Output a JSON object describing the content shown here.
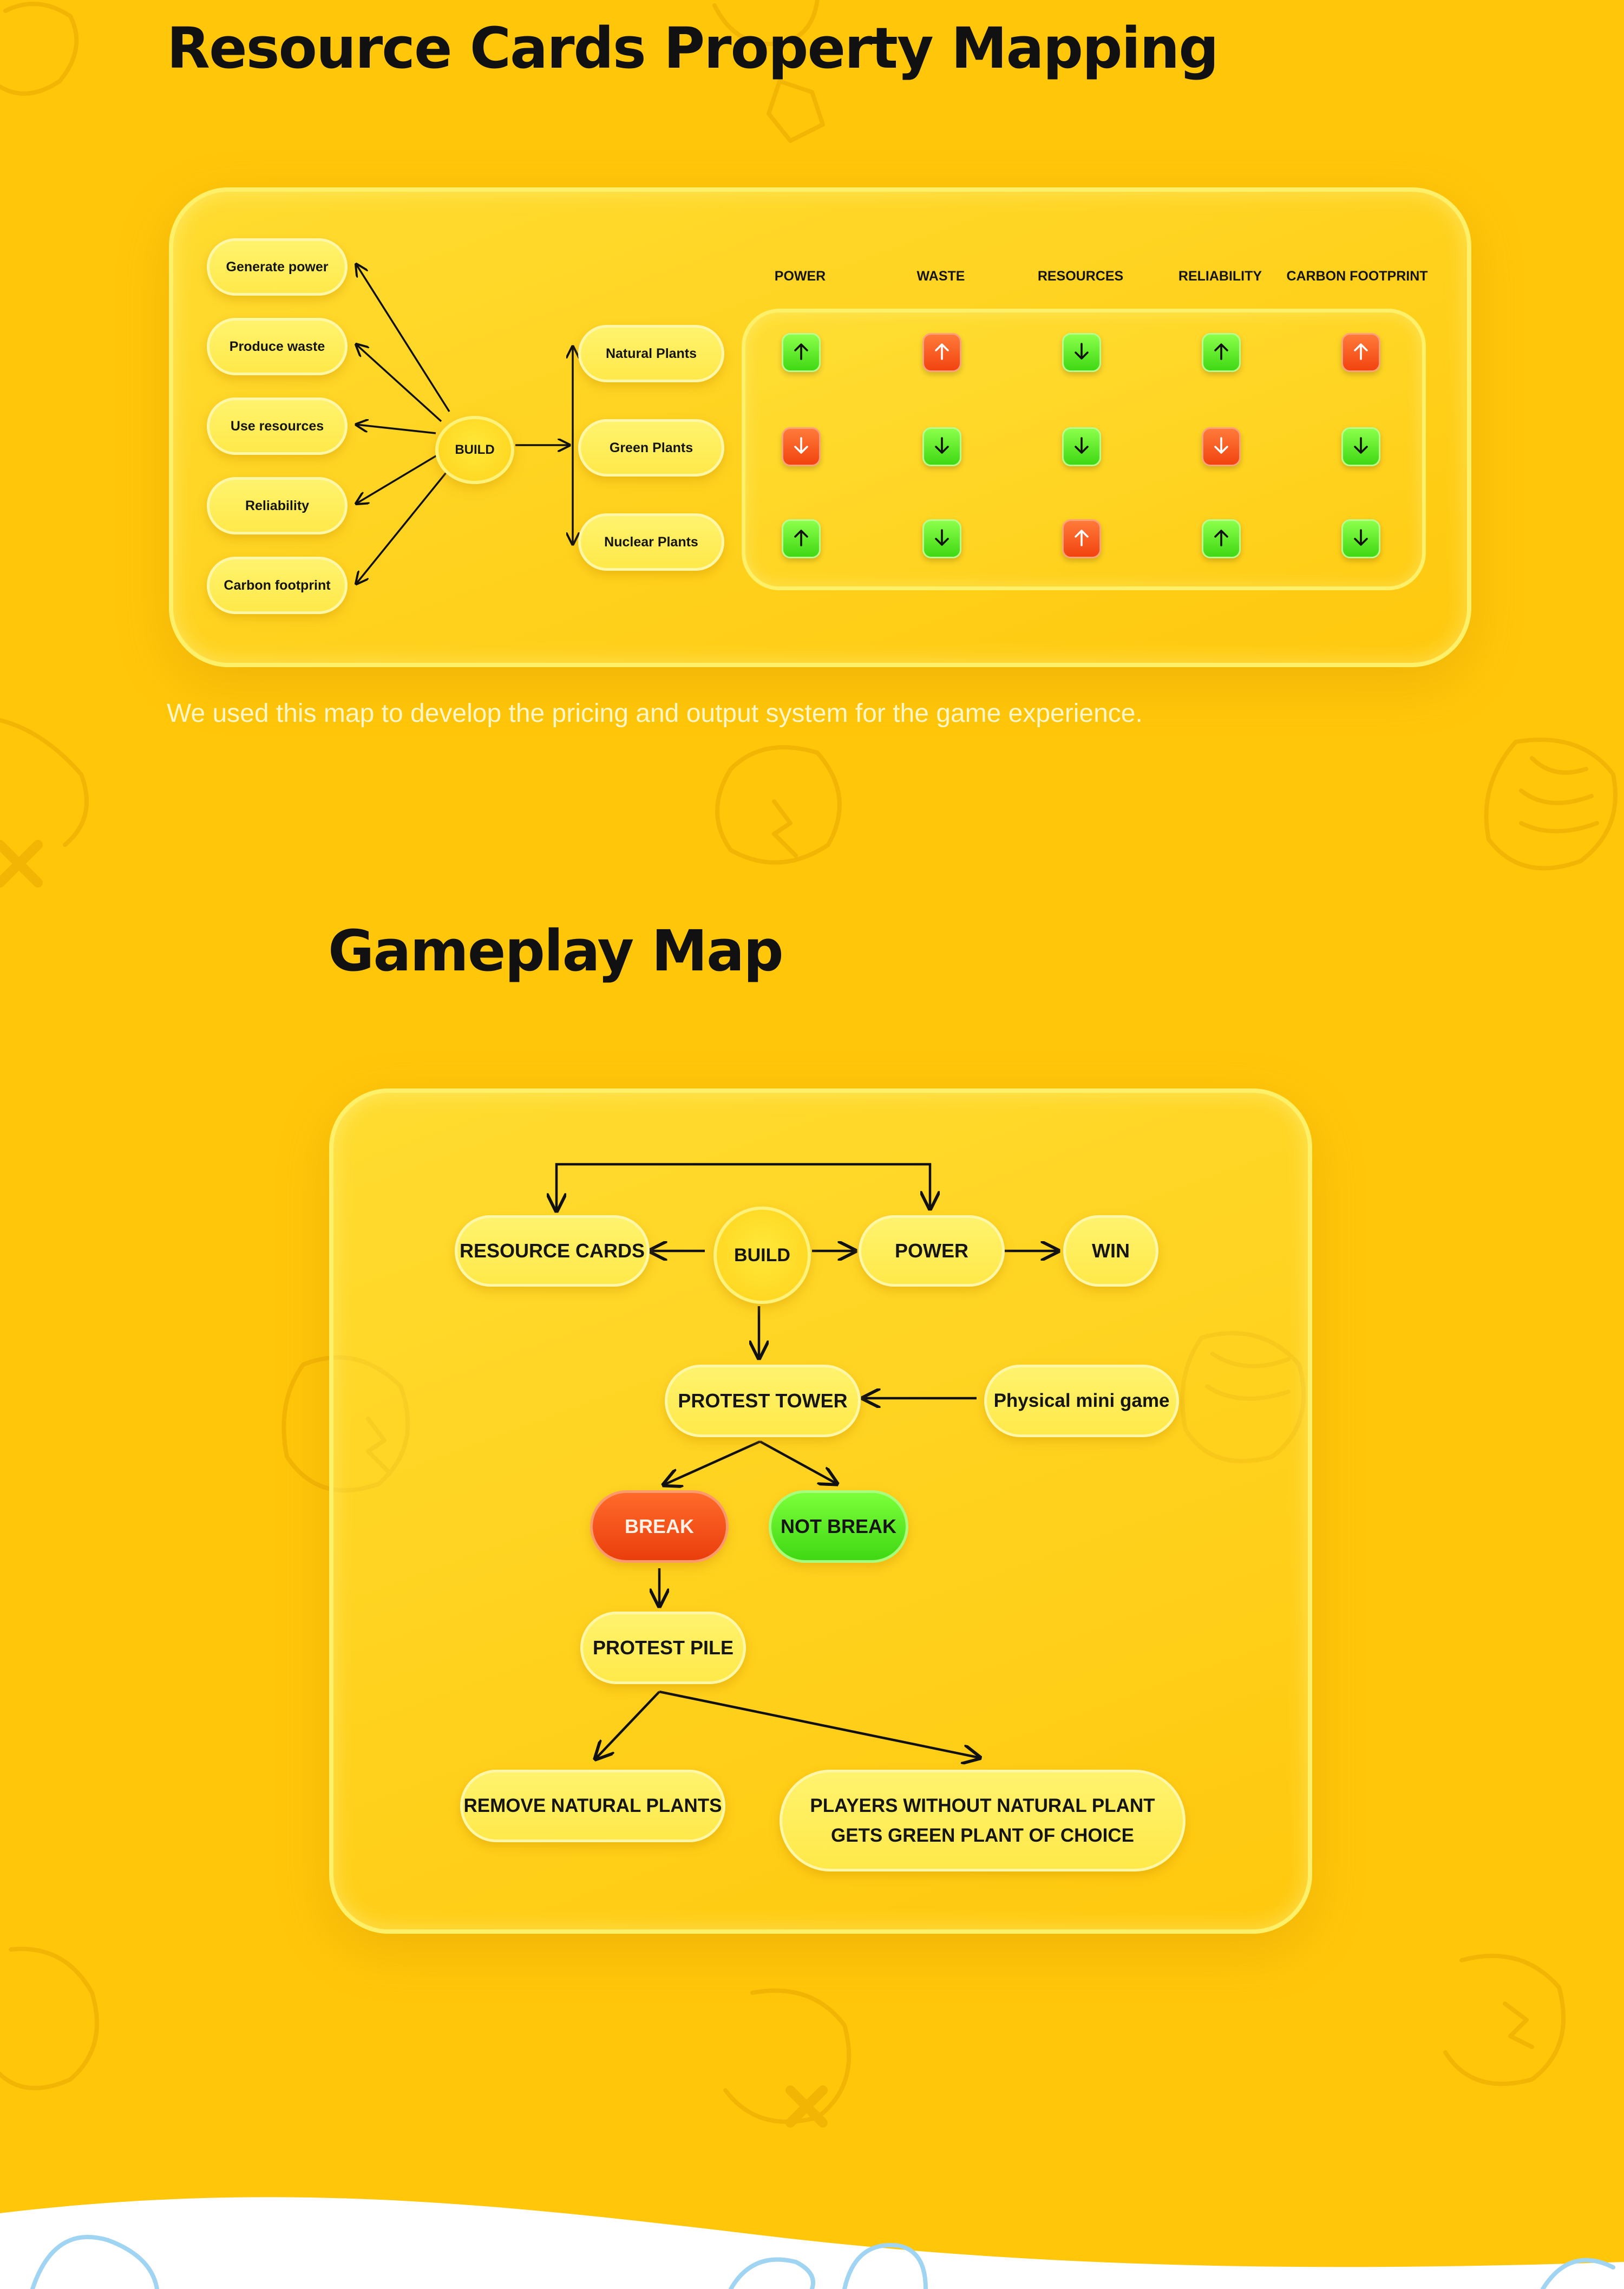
{
  "section1": {
    "title": "Resource Cards Property Mapping",
    "left_nodes": [
      "Generate power",
      "Produce waste",
      "Use resources",
      "Reliability",
      "Carbon footprint"
    ],
    "center": "BUILD",
    "plants": [
      "Natural Plants",
      "Green Plants",
      "Nuclear Plants"
    ],
    "columns": [
      "POWER",
      "WASTE",
      "RESOURCES",
      "RELIABILITY",
      "CARBON FOOTPRINT"
    ],
    "matrix": [
      [
        "up-good",
        "up-bad",
        "down-good",
        "up-good",
        "up-bad"
      ],
      [
        "down-bad",
        "down-good",
        "down-good",
        "down-bad",
        "down-good"
      ],
      [
        "up-good",
        "down-good",
        "up-bad",
        "up-good",
        "down-good"
      ]
    ],
    "caption": "We used this map to develop the pricing and output system for the game experience.",
    "colors": {
      "good": "#4CE01A",
      "bad": "#F44A12"
    }
  },
  "section2": {
    "title": "Gameplay Map",
    "nodes": {
      "resource_cards": "RESOURCE CARDS",
      "build": "BUILD",
      "power": "POWER",
      "win": "WIN",
      "protest_tower": "PROTEST TOWER",
      "mini_game": "Physical mini game",
      "break": "BREAK",
      "not_break": "NOT BREAK",
      "protest_pile": "PROTEST PILE",
      "remove_natural": "REMOVE NATURAL PLANTS",
      "players_line1": "PLAYERS WITHOUT NATURAL PLANT",
      "players_line2": "GETS GREEN PLANT OF CHOICE"
    },
    "colors": {
      "break": "#F24A12",
      "not_break": "#55E21C"
    }
  },
  "background": {
    "color": "#FFC60A",
    "wave": "#FFFFFF"
  }
}
